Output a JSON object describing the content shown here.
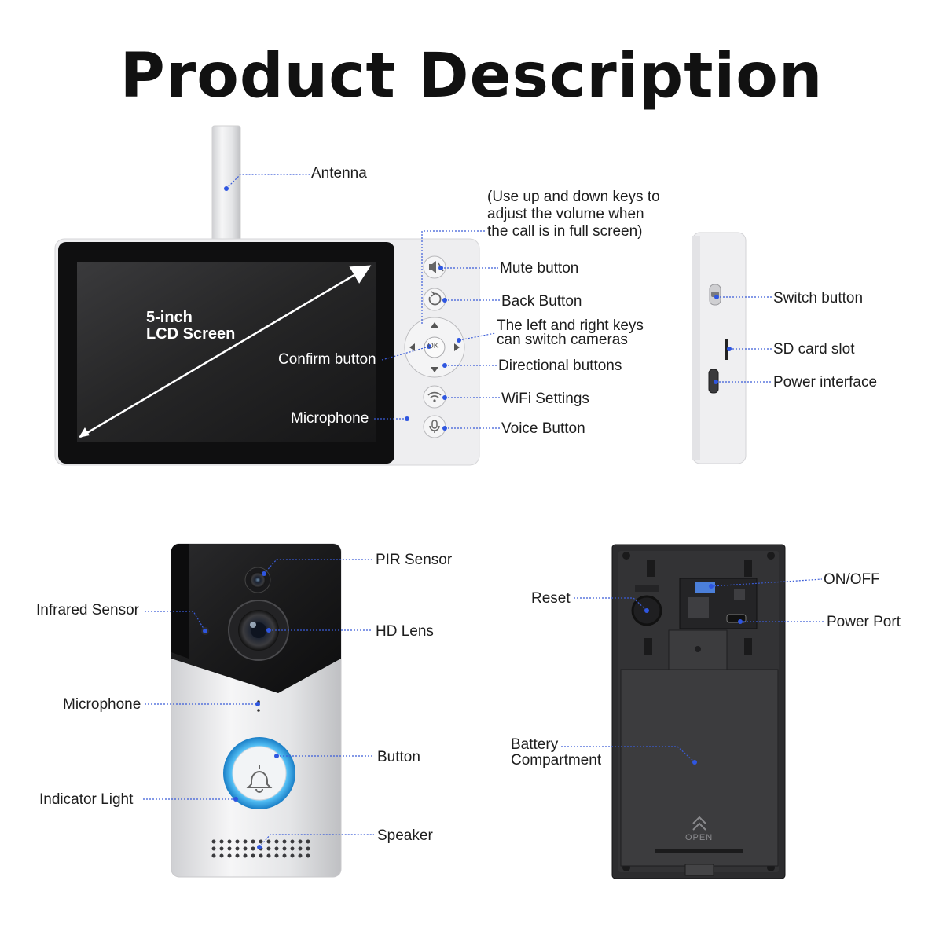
{
  "title": "Product Description",
  "monitor": {
    "screen_label": "5-inch\nLCD Screen",
    "labels": {
      "antenna": "Antenna",
      "volume_note": "(Use up and down keys to\nadjust the volume when\nthe call is in full screen)",
      "mute": "Mute button",
      "back": "Back Button",
      "left_right": "The left and right keys\ncan switch cameras",
      "confirm": "Confirm button",
      "directional": "Directional buttons",
      "wifi": "WiFi Settings",
      "microphone": "Microphone",
      "voice": "Voice Button",
      "ok_key": "OK"
    }
  },
  "monitor_side": {
    "labels": {
      "switch": "Switch button",
      "sd": "SD card slot",
      "power": "Power interface"
    }
  },
  "doorbell_front": {
    "labels": {
      "pir": "PIR Sensor",
      "infrared": "Infrared Sensor",
      "hd_lens": "HD Lens",
      "microphone": "Microphone",
      "button": "Button",
      "indicator": "Indicator Light",
      "speaker": "Speaker"
    }
  },
  "doorbell_back": {
    "labels": {
      "reset": "Reset",
      "on_off": "ON/OFF",
      "power_port": "Power Port",
      "battery": "Battery\nCompartment",
      "open": "OPEN"
    }
  },
  "colors": {
    "leader_line": "#3a5cd8",
    "screen": "#1c1c1c",
    "device_body": "#e9e9eb",
    "indicator_ring": "#2fa6e8",
    "back_panel": "#2a2a2a"
  }
}
